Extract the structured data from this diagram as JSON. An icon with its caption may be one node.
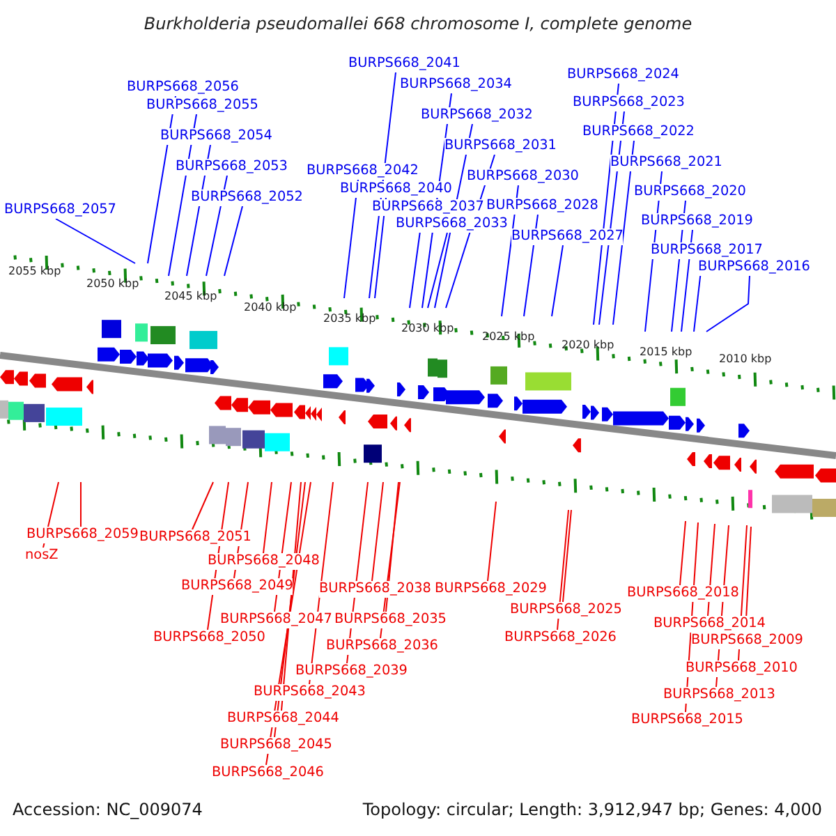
{
  "diagram": {
    "title": "Burkholderia pseudomallei 668 chromosome I, complete genome",
    "nodes": [
      {
        "text": [
          "BURPS668_2041"
        ]
      },
      {
        "text": [
          "BURPS668_2024"
        ]
      },
      {
        "text": [
          "BURPS668_2056"
        ]
      },
      {
        "text": [
          "BURPS668_2034"
        ]
      },
      {
        "text": [
          "BURPS668_2023"
        ]
      },
      {
        "text": [
          "BURPS668_2055"
        ]
      },
      {
        "text": [
          "BURPS668_2032"
        ]
      },
      {
        "text": [
          "BURPS668_2022"
        ]
      },
      {
        "text": [
          "BURPS668_2054"
        ]
      },
      {
        "text": [
          "BURPS668_2031"
        ]
      },
      {
        "text": [
          "BURPS668_2021"
        ]
      },
      {
        "text": [
          "BURPS668_2053"
        ]
      },
      {
        "text": [
          "BURPS668_2042"
        ]
      },
      {
        "text": [
          "BURPS668_2030"
        ]
      },
      {
        "text": [
          "BURPS668_2040"
        ]
      },
      {
        "text": [
          "BURPS668_2020"
        ]
      },
      {
        "text": [
          "BURPS668_2052"
        ]
      },
      {
        "text": [
          "BURPS668_2028"
        ]
      },
      {
        "text": [
          "BURPS668_2037"
        ]
      },
      {
        "text": [
          "BURPS668_2057"
        ]
      },
      {
        "text": [
          "BURPS668_2019"
        ]
      },
      {
        "text": [
          "BURPS668_2033"
        ]
      },
      {
        "text": [
          "BURPS668_2027"
        ]
      },
      {
        "text": [
          "BURPS668_2017"
        ]
      },
      {
        "text": [
          "BURPS668_2016"
        ]
      },
      {
        "text": [
          "BURPS668_2059"
        ]
      },
      {
        "text": [
          "BURPS668_2051"
        ]
      },
      {
        "text": [
          "nosZ"
        ]
      },
      {
        "text": [
          "BURPS668_2048"
        ]
      },
      {
        "text": [
          "BURPS668_2049"
        ]
      },
      {
        "text": [
          "BURPS668_2038"
        ]
      },
      {
        "text": [
          "BURPS668_2029"
        ]
      },
      {
        "text": [
          "BURPS668_2018"
        ]
      },
      {
        "text": [
          "BURPS668_2025"
        ]
      },
      {
        "text": [
          "BURPS668_2047"
        ]
      },
      {
        "text": [
          "BURPS668_2035"
        ]
      },
      {
        "text": [
          "BURPS668_2014"
        ]
      },
      {
        "text": [
          "BURPS668_2050"
        ]
      },
      {
        "text": [
          "BURPS668_2026"
        ]
      },
      {
        "text": [
          "BURPS668_2009"
        ]
      },
      {
        "text": [
          "BURPS668_2036"
        ]
      },
      {
        "text": [
          "BURPS668_2010"
        ]
      },
      {
        "text": [
          "BURPS668_2039"
        ]
      },
      {
        "text": [
          "BURPS668_2043"
        ]
      },
      {
        "text": [
          "BURPS668_2013"
        ]
      },
      {
        "text": [
          "BURPS668_2044"
        ]
      },
      {
        "text": [
          "BURPS668_2015"
        ]
      },
      {
        "text": [
          "BURPS668_2045"
        ]
      },
      {
        "text": [
          "BURPS668_2046"
        ]
      }
    ],
    "edges": [
      {
        "from": 25,
        "to": null,
        "arrow": "none",
        "color": "#ee0000"
      },
      {
        "from": 26,
        "to": null,
        "arrow": "none",
        "color": "#ee0000"
      },
      {
        "from": 27,
        "to": null,
        "arrow": "none",
        "color": "#ee0000"
      },
      {
        "from": 28,
        "to": null,
        "arrow": "none",
        "color": "#ee0000"
      },
      {
        "from": 29,
        "to": null,
        "arrow": "none",
        "color": "#ee0000"
      },
      {
        "from": 30,
        "to": null,
        "arrow": "none",
        "color": "#ee0000"
      },
      {
        "from": 31,
        "to": null,
        "arrow": "none",
        "color": "#ee0000"
      },
      {
        "from": 32,
        "to": null,
        "arrow": "none",
        "color": "#ee0000"
      },
      {
        "from": 33,
        "to": null,
        "arrow": "none",
        "color": "#ee0000"
      },
      {
        "from": 34,
        "to": null,
        "arrow": "none",
        "color": "#ee0000"
      },
      {
        "from": 35,
        "to": null,
        "arrow": "none",
        "color": "#ee0000"
      },
      {
        "from": 36,
        "to": null,
        "arrow": "none",
        "color": "#ee0000"
      },
      {
        "from": 37,
        "to": null,
        "arrow": "none",
        "color": "#ee0000"
      },
      {
        "from": 38,
        "to": null,
        "arrow": "none",
        "color": "#ee0000"
      },
      {
        "from": 39,
        "to": null,
        "arrow": "none",
        "color": "#ee0000"
      },
      {
        "from": 40,
        "to": null,
        "arrow": "none",
        "color": "#ee0000"
      },
      {
        "from": 41,
        "to": null,
        "arrow": "none",
        "color": "#ee0000"
      },
      {
        "from": 42,
        "to": null,
        "arrow": "none",
        "color": "#ee0000"
      },
      {
        "from": 43,
        "to": null,
        "arrow": "none",
        "color": "#ee0000"
      },
      {
        "from": 44,
        "to": null,
        "arrow": "none",
        "color": "#ee0000"
      },
      {
        "from": 45,
        "to": null,
        "arrow": "none",
        "color": "#ee0000"
      },
      {
        "from": 46,
        "to": null,
        "arrow": "none",
        "color": "#ee0000"
      },
      {
        "from": 47,
        "to": null,
        "arrow": "none",
        "color": "#ee0000"
      },
      {
        "from": 48,
        "to": null,
        "arrow": "none",
        "color": "#ee0000"
      },
      {
        "from": 0,
        "to": null,
        "arrow": "none",
        "color": "#0000ff"
      },
      {
        "from": 1,
        "to": null,
        "arrow": "none",
        "color": "#0000ff"
      },
      {
        "from": 2,
        "to": null,
        "arrow": "none",
        "color": "#0000ff"
      },
      {
        "from": 3,
        "to": null,
        "arrow": "none",
        "color": "#0000ff"
      },
      {
        "from": 4,
        "to": null,
        "arrow": "none",
        "color": "#0000ff"
      },
      {
        "from": 5,
        "to": null,
        "arrow": "none",
        "color": "#0000ff"
      },
      {
        "from": 6,
        "to": null,
        "arrow": "none",
        "color": "#0000ff"
      },
      {
        "from": 7,
        "to": null,
        "arrow": "none",
        "color": "#0000ff"
      },
      {
        "from": 8,
        "to": null,
        "arrow": "none",
        "color": "#0000ff"
      },
      {
        "from": 9,
        "to": null,
        "arrow": "none",
        "color": "#0000ff"
      },
      {
        "from": 10,
        "to": null,
        "arrow": "none",
        "color": "#0000ff"
      },
      {
        "from": 11,
        "to": null,
        "arrow": "none",
        "color": "#0000ff"
      },
      {
        "from": 12,
        "to": null,
        "arrow": "none",
        "color": "#0000ff"
      },
      {
        "from": 13,
        "to": null,
        "arrow": "none",
        "color": "#0000ff"
      },
      {
        "from": 14,
        "to": null,
        "arrow": "none",
        "color": "#0000ff"
      },
      {
        "from": 15,
        "to": null,
        "arrow": "none",
        "color": "#0000ff"
      },
      {
        "from": 16,
        "to": null,
        "arrow": "none",
        "color": "#0000ff"
      },
      {
        "from": 17,
        "to": null,
        "arrow": "none",
        "color": "#0000ff"
      },
      {
        "from": 18,
        "to": null,
        "arrow": "none",
        "color": "#0000ff"
      },
      {
        "from": 19,
        "to": null,
        "arrow": "none",
        "color": "#0000ff"
      },
      {
        "from": 20,
        "to": null,
        "arrow": "none",
        "color": "#0000ff"
      },
      {
        "from": 21,
        "to": null,
        "arrow": "none",
        "color": "#0000ff"
      },
      {
        "from": 22,
        "to": null,
        "arrow": "none",
        "color": "#0000ff"
      },
      {
        "from": 23,
        "to": null,
        "arrow": "none",
        "color": "#0000ff"
      },
      {
        "from": 24,
        "to": null,
        "arrow": "none",
        "color": "#0000ff"
      }
    ],
    "labels": [
      "2055 kbp",
      "2050 kbp",
      "2045 kbp",
      "2040 kbp",
      "2035 kbp",
      "2030 kbp",
      "2025 kbp",
      "2020 kbp",
      "2015 kbp",
      "2010 kbp",
      "Accession: NC_009074",
      "Topology: circular; Length: 3,912,947 bp; Genes: 4,000"
    ]
  }
}
